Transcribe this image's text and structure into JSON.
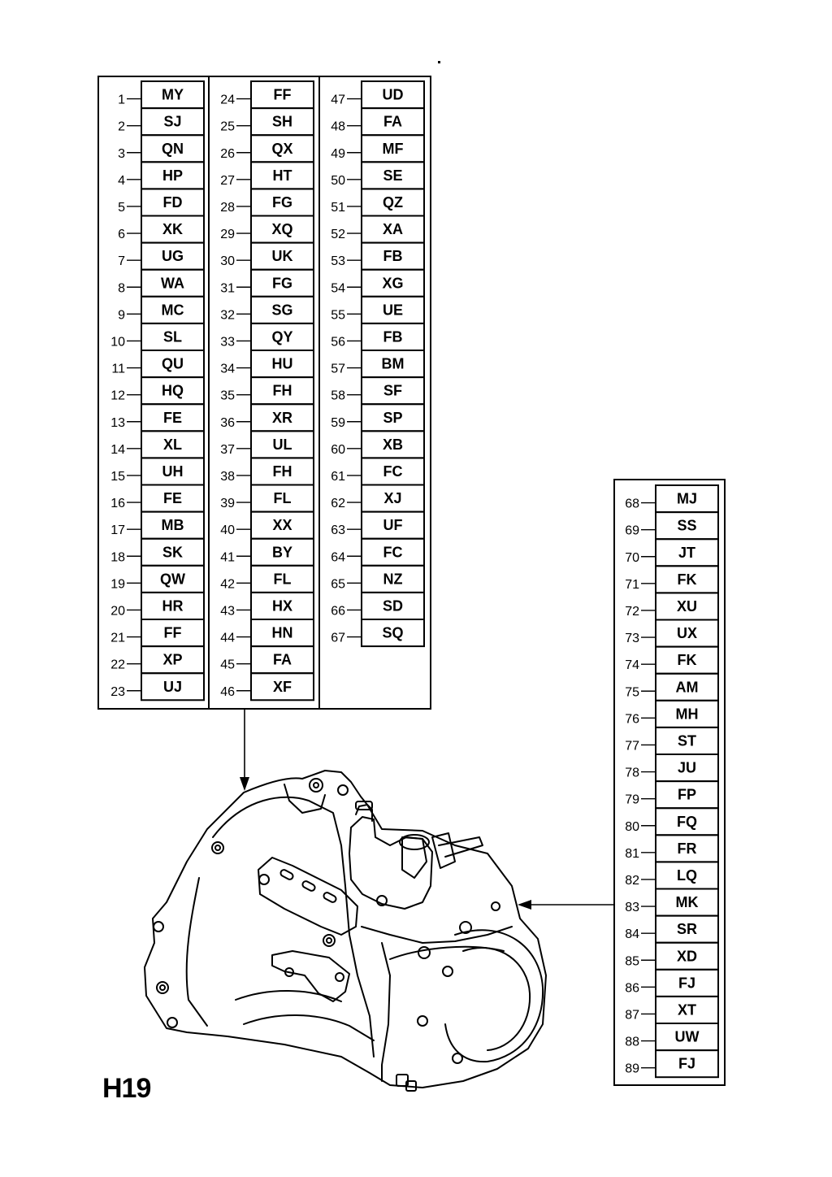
{
  "page": {
    "code": "H19"
  },
  "table_main": {
    "columns": [
      {
        "rows": [
          {
            "num": "1",
            "code": "MY"
          },
          {
            "num": "2",
            "code": "SJ"
          },
          {
            "num": "3",
            "code": "QN"
          },
          {
            "num": "4",
            "code": "HP"
          },
          {
            "num": "5",
            "code": "FD"
          },
          {
            "num": "6",
            "code": "XK"
          },
          {
            "num": "7",
            "code": "UG"
          },
          {
            "num": "8",
            "code": "WA"
          },
          {
            "num": "9",
            "code": "MC"
          },
          {
            "num": "10",
            "code": "SL"
          },
          {
            "num": "11",
            "code": "QU"
          },
          {
            "num": "12",
            "code": "HQ"
          },
          {
            "num": "13",
            "code": "FE"
          },
          {
            "num": "14",
            "code": "XL"
          },
          {
            "num": "15",
            "code": "UH"
          },
          {
            "num": "16",
            "code": "FE"
          },
          {
            "num": "17",
            "code": "MB"
          },
          {
            "num": "18",
            "code": "SK"
          },
          {
            "num": "19",
            "code": "QW"
          },
          {
            "num": "20",
            "code": "HR"
          },
          {
            "num": "21",
            "code": "FF"
          },
          {
            "num": "22",
            "code": "XP"
          },
          {
            "num": "23",
            "code": "UJ"
          }
        ]
      },
      {
        "rows": [
          {
            "num": "24",
            "code": "FF"
          },
          {
            "num": "25",
            "code": "SH"
          },
          {
            "num": "26",
            "code": "QX"
          },
          {
            "num": "27",
            "code": "HT"
          },
          {
            "num": "28",
            "code": "FG"
          },
          {
            "num": "29",
            "code": "XQ"
          },
          {
            "num": "30",
            "code": "UK"
          },
          {
            "num": "31",
            "code": "FG"
          },
          {
            "num": "32",
            "code": "SG"
          },
          {
            "num": "33",
            "code": "QY"
          },
          {
            "num": "34",
            "code": "HU"
          },
          {
            "num": "35",
            "code": "FH"
          },
          {
            "num": "36",
            "code": "XR"
          },
          {
            "num": "37",
            "code": "UL"
          },
          {
            "num": "38",
            "code": "FH"
          },
          {
            "num": "39",
            "code": "FL"
          },
          {
            "num": "40",
            "code": "XX"
          },
          {
            "num": "41",
            "code": "BY"
          },
          {
            "num": "42",
            "code": "FL"
          },
          {
            "num": "43",
            "code": "HX"
          },
          {
            "num": "44",
            "code": "HN"
          },
          {
            "num": "45",
            "code": "FA"
          },
          {
            "num": "46",
            "code": "XF"
          }
        ]
      },
      {
        "rows": [
          {
            "num": "47",
            "code": "UD"
          },
          {
            "num": "48",
            "code": "FA"
          },
          {
            "num": "49",
            "code": "MF"
          },
          {
            "num": "50",
            "code": "SE"
          },
          {
            "num": "51",
            "code": "QZ"
          },
          {
            "num": "52",
            "code": "XA"
          },
          {
            "num": "53",
            "code": "FB"
          },
          {
            "num": "54",
            "code": "XG"
          },
          {
            "num": "55",
            "code": "UE"
          },
          {
            "num": "56",
            "code": "FB"
          },
          {
            "num": "57",
            "code": "BM"
          },
          {
            "num": "58",
            "code": "SF"
          },
          {
            "num": "59",
            "code": "SP"
          },
          {
            "num": "60",
            "code": "XB"
          },
          {
            "num": "61",
            "code": "FC"
          },
          {
            "num": "62",
            "code": "XJ"
          },
          {
            "num": "63",
            "code": "UF"
          },
          {
            "num": "64",
            "code": "FC"
          },
          {
            "num": "65",
            "code": "NZ"
          },
          {
            "num": "66",
            "code": "SD"
          },
          {
            "num": "67",
            "code": "SQ"
          }
        ]
      }
    ]
  },
  "table_side": {
    "columns": [
      {
        "rows": [
          {
            "num": "68",
            "code": "MJ"
          },
          {
            "num": "69",
            "code": "SS"
          },
          {
            "num": "70",
            "code": "JT"
          },
          {
            "num": "71",
            "code": "FK"
          },
          {
            "num": "72",
            "code": "XU"
          },
          {
            "num": "73",
            "code": "UX"
          },
          {
            "num": "74",
            "code": "FK"
          },
          {
            "num": "75",
            "code": "AM"
          },
          {
            "num": "76",
            "code": "MH"
          },
          {
            "num": "77",
            "code": "ST"
          },
          {
            "num": "78",
            "code": "JU"
          },
          {
            "num": "79",
            "code": "FP"
          },
          {
            "num": "80",
            "code": "FQ"
          },
          {
            "num": "81",
            "code": "FR"
          },
          {
            "num": "82",
            "code": "LQ"
          },
          {
            "num": "83",
            "code": "MK"
          },
          {
            "num": "84",
            "code": "SR"
          },
          {
            "num": "85",
            "code": "XD"
          },
          {
            "num": "86",
            "code": "FJ"
          },
          {
            "num": "87",
            "code": "XT"
          },
          {
            "num": "88",
            "code": "UW"
          },
          {
            "num": "89",
            "code": "FJ"
          }
        ]
      }
    ]
  },
  "illustration": {
    "subject": "gearbox-drawing"
  }
}
